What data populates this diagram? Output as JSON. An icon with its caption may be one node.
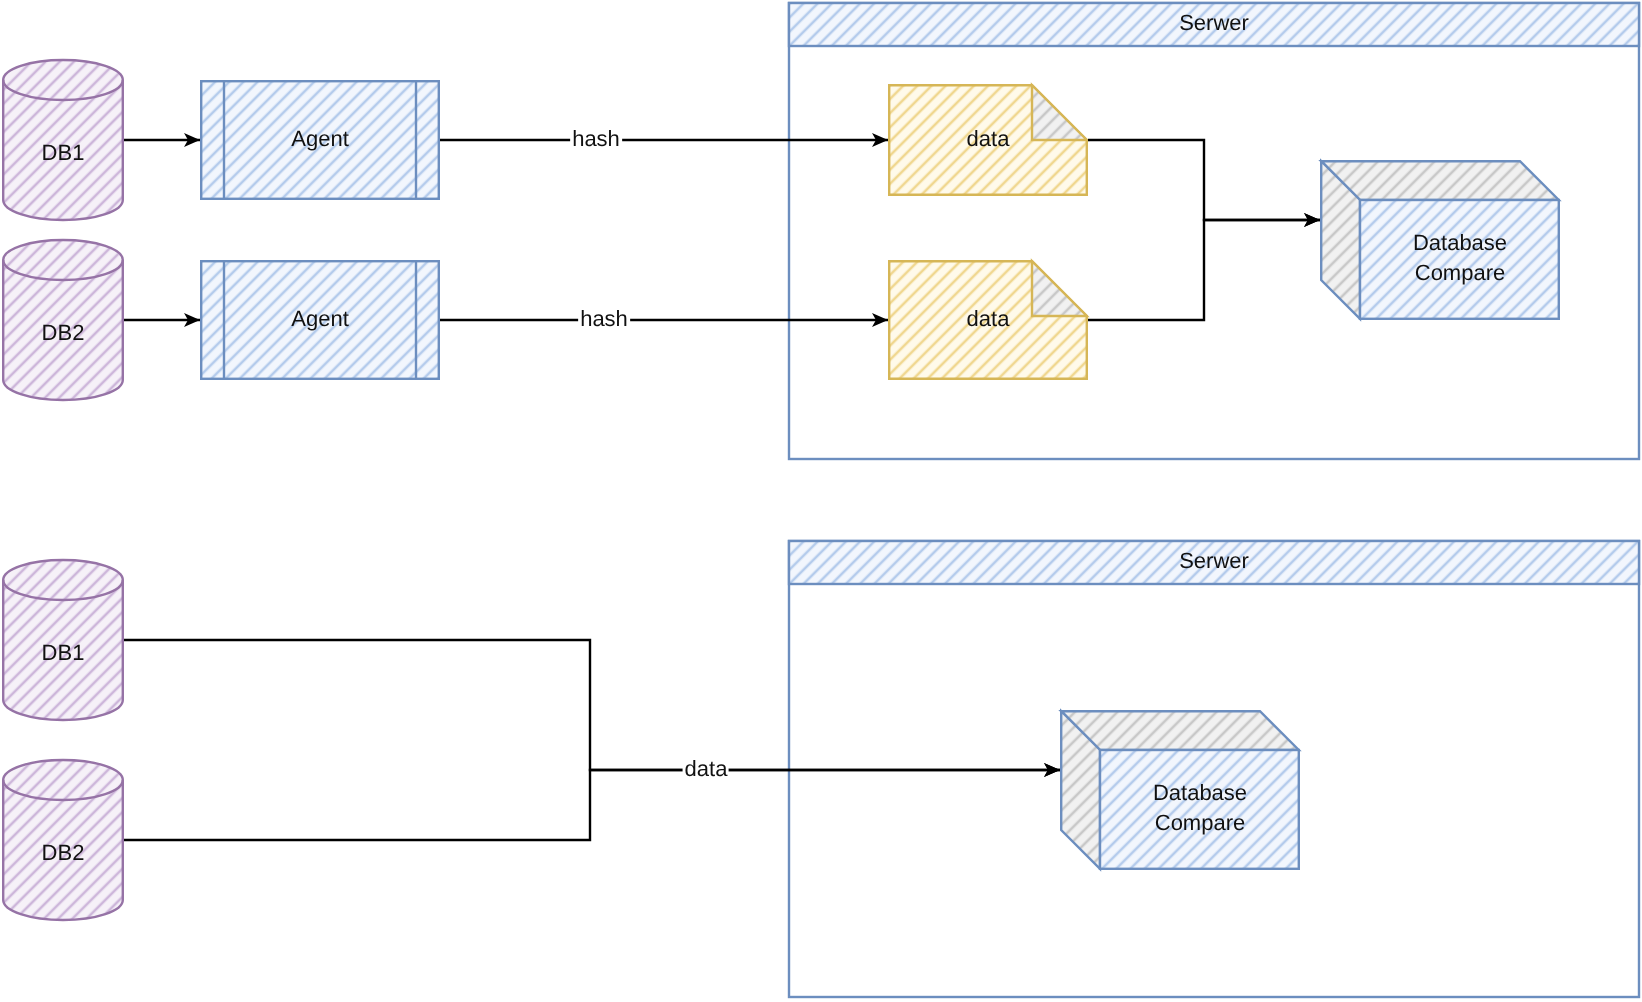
{
  "diagram": {
    "nodes": [
      {
        "text": [
          "Serwer"
        ]
      },
      {
        "text": [
          "DB1"
        ]
      },
      {
        "text": [
          "Agent"
        ]
      },
      {
        "text": [
          "data"
        ],
        "in": 0
      },
      {
        "text": [
          "Database Compare"
        ],
        "in": 0
      },
      {
        "text": [
          "DB2"
        ]
      },
      {
        "text": [
          "Agent"
        ]
      },
      {
        "text": [
          "data"
        ],
        "in": 0
      },
      {
        "text": [
          "Serwer"
        ]
      },
      {
        "text": [
          "DB1"
        ]
      },
      {
        "text": [
          "DB2"
        ]
      },
      {
        "text": [
          "Database Compare"
        ],
        "in": 8
      }
    ],
    "edges": [
      {
        "from": 1,
        "to": 2,
        "arrow": "to"
      },
      {
        "from": 5,
        "to": 6,
        "arrow": "to"
      },
      {
        "from": 2,
        "to": 3,
        "arrow": "to",
        "label": "hash"
      },
      {
        "from": 6,
        "to": 7,
        "arrow": "to",
        "label": "hash"
      },
      {
        "from": 3,
        "to": 4,
        "arrow": "to"
      },
      {
        "from": 7,
        "to": 4,
        "arrow": "to"
      },
      {
        "from": 9,
        "to": 11,
        "arrow": "to",
        "label": "data"
      },
      {
        "from": 10,
        "to": 11,
        "arrow": "to"
      }
    ]
  }
}
